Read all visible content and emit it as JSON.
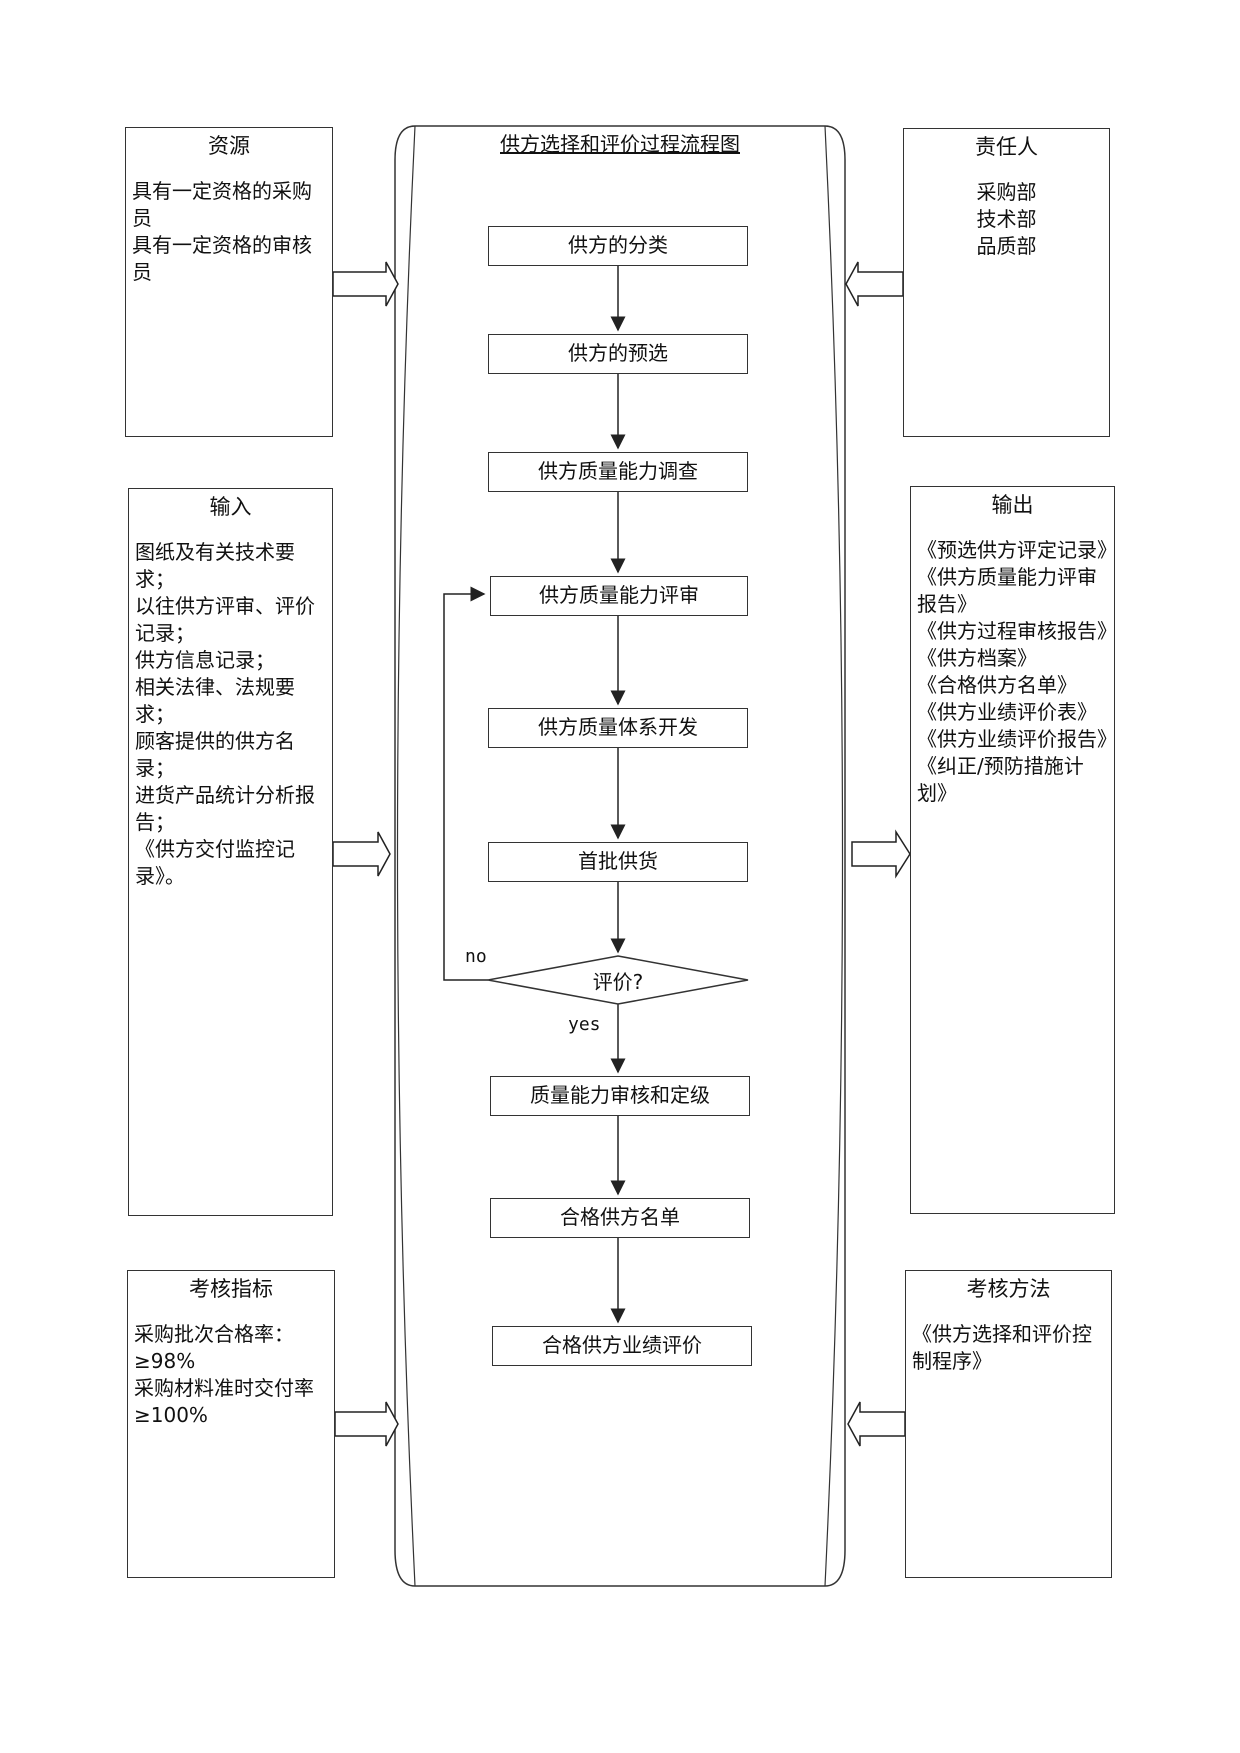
{
  "flow": {
    "title": "供方选择和评价过程流程图",
    "steps": [
      "供方的分类",
      "供方的预选",
      "供方质量能力调查",
      "供方质量能力评审",
      "供方质量体系开发",
      "首批供货"
    ],
    "decision": "评价?",
    "no_label": "no",
    "yes_label": "yes",
    "after_steps": [
      "质量能力审核和定级",
      "合格供方名单",
      "合格供方业绩评价"
    ]
  },
  "resources": {
    "title": "资源",
    "lines": [
      "具有一定资格的采购员",
      "具有一定资格的审核员"
    ]
  },
  "responsible": {
    "title": "责任人",
    "lines": [
      "采购部",
      "技术部",
      "品质部"
    ]
  },
  "input": {
    "title": "输入",
    "lines": [
      "图纸及有关技术要求；",
      "以往供方评审、评价记录；",
      " 供方信息记录；",
      " 相关法律、法规要求；",
      " 顾客提供的供方名录；",
      "进货产品统计分析报告；",
      "《供方交付监控记录》。"
    ]
  },
  "output": {
    "title": "输出",
    "lines": [
      "《预选供方评定记录》",
      "《供方质量能力评审报告》",
      "《供方过程审核报告》",
      "《供方档案》",
      "《合格供方名单》",
      "《供方业绩评价表》",
      "《供方业绩评价报告》",
      "《纠正/预防措施计划》"
    ]
  },
  "kpi": {
    "title": "考核指标",
    "lines": [
      "采购批次合格率：≥98%",
      "采购材料准时交付率≥100%"
    ]
  },
  "method": {
    "title": "考核方法",
    "lines": [
      "《供方选择和评价控制程序》"
    ]
  }
}
